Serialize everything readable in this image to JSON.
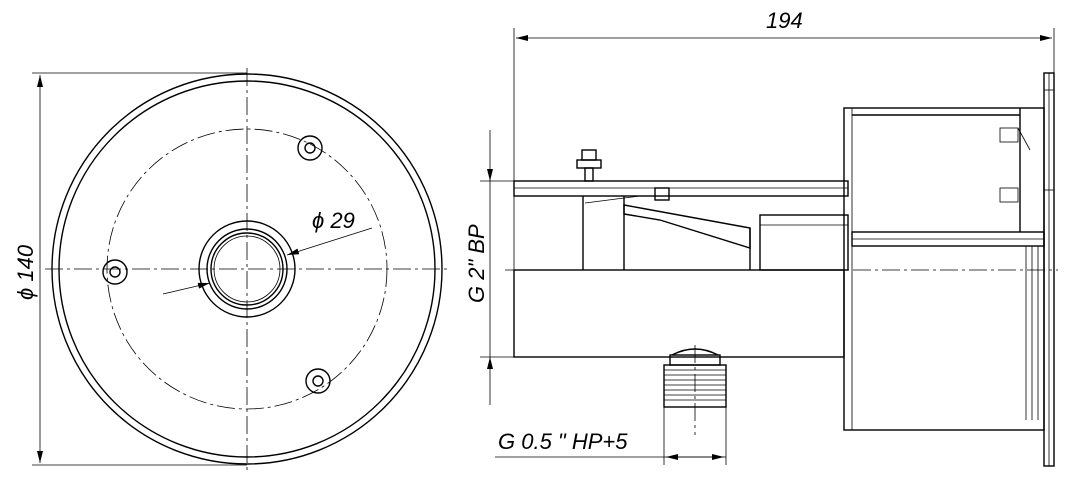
{
  "diagram": {
    "front_view": {
      "diameter_outer": "ϕ 140",
      "diameter_inner": "ϕ 29"
    },
    "side_view": {
      "length": "194",
      "thread_main": "G 2\" ВР",
      "thread_nozzle": "G 0.5 \" НР+5"
    }
  }
}
